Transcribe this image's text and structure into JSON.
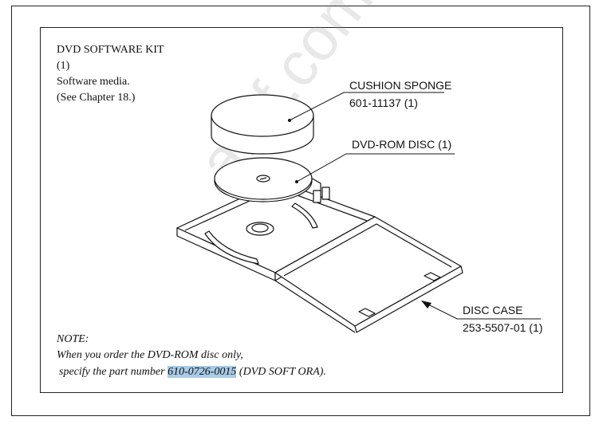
{
  "kit": {
    "title": "DVD SOFTWARE KIT",
    "qty": "(1)",
    "desc": "Software media.",
    "ref": "(See Chapter 18.)"
  },
  "parts": {
    "sponge_name": "CUSHION SPONGE",
    "sponge_num": "601-11137 (1)",
    "disc_name": "DVD-ROM DISC (1)",
    "case_name": "DISC CASE",
    "case_num": "253-5507-01 (1)"
  },
  "note": {
    "label": "NOTE:",
    "line1": "When you order the DVD-ROM disc only,",
    "line2_pre": "specify the part number ",
    "part_number": "610-0726-0015",
    "line2_post": " (DVD SOFT ORA)."
  },
  "watermark": "amf.com.tr"
}
